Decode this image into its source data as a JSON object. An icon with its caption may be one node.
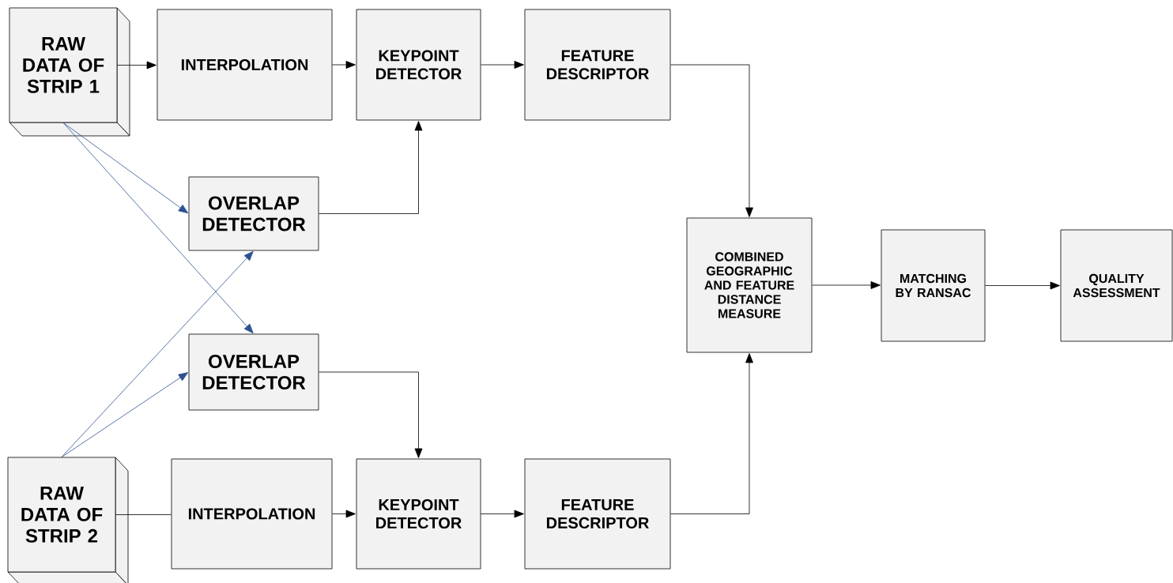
{
  "diagram": {
    "nodes": [
      {
        "text": [
          "RAW DATA OF STRIP 1"
        ]
      },
      {
        "text": [
          "INTERPOLATION"
        ]
      },
      {
        "text": [
          "KEYPOINT DETECTOR"
        ]
      },
      {
        "text": [
          "FEATURE DESCRIPTOR"
        ]
      },
      {
        "text": [
          "OVERLAP DETECTOR"
        ]
      },
      {
        "text": [
          "OVERLAP DETECTOR"
        ]
      },
      {
        "text": [
          "COMBINED GEOGRAPHIC AND FEATURE DISTANCE MEASURE"
        ]
      },
      {
        "text": [
          "MATCHING BY RANSAC"
        ]
      },
      {
        "text": [
          "QUALITY ASSESSMENT"
        ]
      },
      {
        "text": [
          "RAW DATA OF STRIP 2"
        ]
      },
      {
        "text": [
          "INTERPOLATION"
        ]
      },
      {
        "text": [
          "KEYPOINT DETECTOR"
        ]
      },
      {
        "text": [
          "FEATURE DESCRIPTOR"
        ]
      }
    ],
    "edges": [
      {
        "from": 0,
        "to": 1,
        "arrow": "to"
      },
      {
        "from": 1,
        "to": 2,
        "arrow": "to"
      },
      {
        "from": 2,
        "to": 3,
        "arrow": "to"
      },
      {
        "from": 3,
        "to": 6,
        "arrow": "to"
      },
      {
        "from": 0,
        "to": 4,
        "arrow": "to",
        "color": "#2e5191"
      },
      {
        "from": 0,
        "to": 5,
        "arrow": "to",
        "color": "#2e5191"
      },
      {
        "from": 9,
        "to": 4,
        "arrow": "to",
        "color": "#2e5191"
      },
      {
        "from": 9,
        "to": 5,
        "arrow": "to",
        "color": "#2e5191"
      },
      {
        "from": 4,
        "to": 2,
        "arrow": "to"
      },
      {
        "from": 5,
        "to": 11,
        "arrow": "to"
      },
      {
        "from": 9,
        "to": 10,
        "arrow": "none"
      },
      {
        "from": 10,
        "to": 11,
        "arrow": "to"
      },
      {
        "from": 11,
        "to": 12,
        "arrow": "to"
      },
      {
        "from": 12,
        "to": 6,
        "arrow": "to"
      },
      {
        "from": 6,
        "to": 7,
        "arrow": "to"
      },
      {
        "from": 7,
        "to": 8,
        "arrow": "to"
      }
    ]
  }
}
